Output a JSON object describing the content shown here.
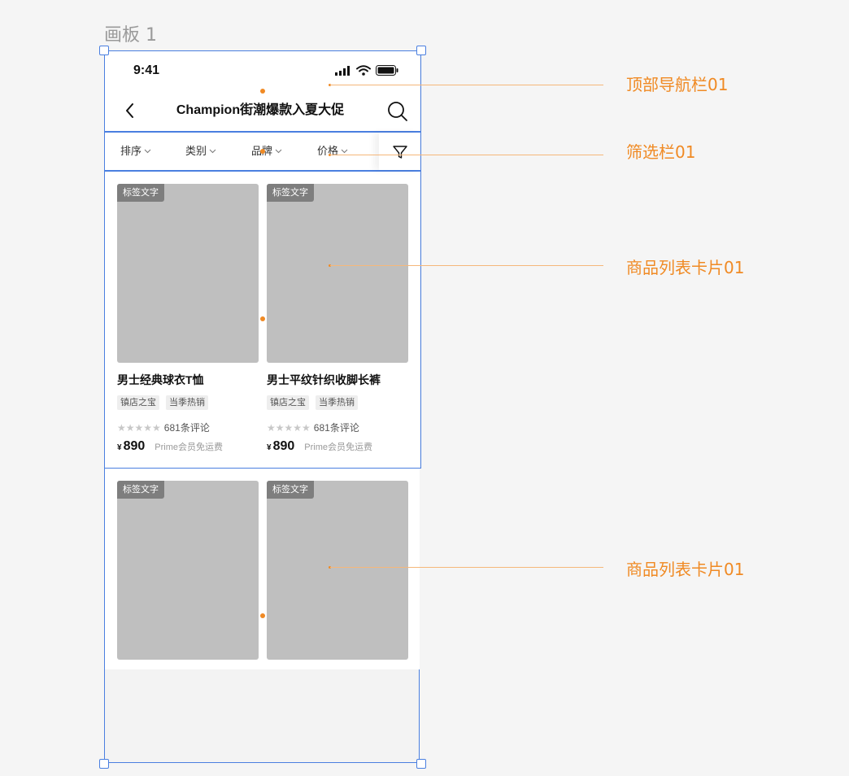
{
  "artboard": {
    "name": "画板 1"
  },
  "status_bar": {
    "time": "9:41"
  },
  "nav": {
    "title": "Champion街潮爆款入夏大促"
  },
  "filters": [
    {
      "label": "排序"
    },
    {
      "label": "类别"
    },
    {
      "label": "品牌"
    },
    {
      "label": "价格"
    }
  ],
  "cards": [
    {
      "tag": "标签文字",
      "title": "男士经典球衣T恤",
      "badges": [
        "镇店之宝",
        "当季热销"
      ],
      "review_count": "681条评论",
      "currency": "¥",
      "price": "890",
      "shipping": "Prime会员免运费"
    },
    {
      "tag": "标签文字",
      "title": "男士平纹针织收脚长裤",
      "badges": [
        "镇店之宝",
        "当季热销"
      ],
      "review_count": "681条评论",
      "currency": "¥",
      "price": "890",
      "shipping": "Prime会员免运费"
    },
    {
      "tag": "标签文字"
    },
    {
      "tag": "标签文字"
    }
  ],
  "annotations": [
    {
      "label": "顶部导航栏01"
    },
    {
      "label": "筛选栏01"
    },
    {
      "label": "商品列表卡片01"
    },
    {
      "label": "商品列表卡片01"
    }
  ],
  "colors": {
    "selection": "#4a7fe0",
    "annotation": "#f08a24",
    "placeholder": "#bfbfbf",
    "tag_bg": "#7e7e7e"
  }
}
